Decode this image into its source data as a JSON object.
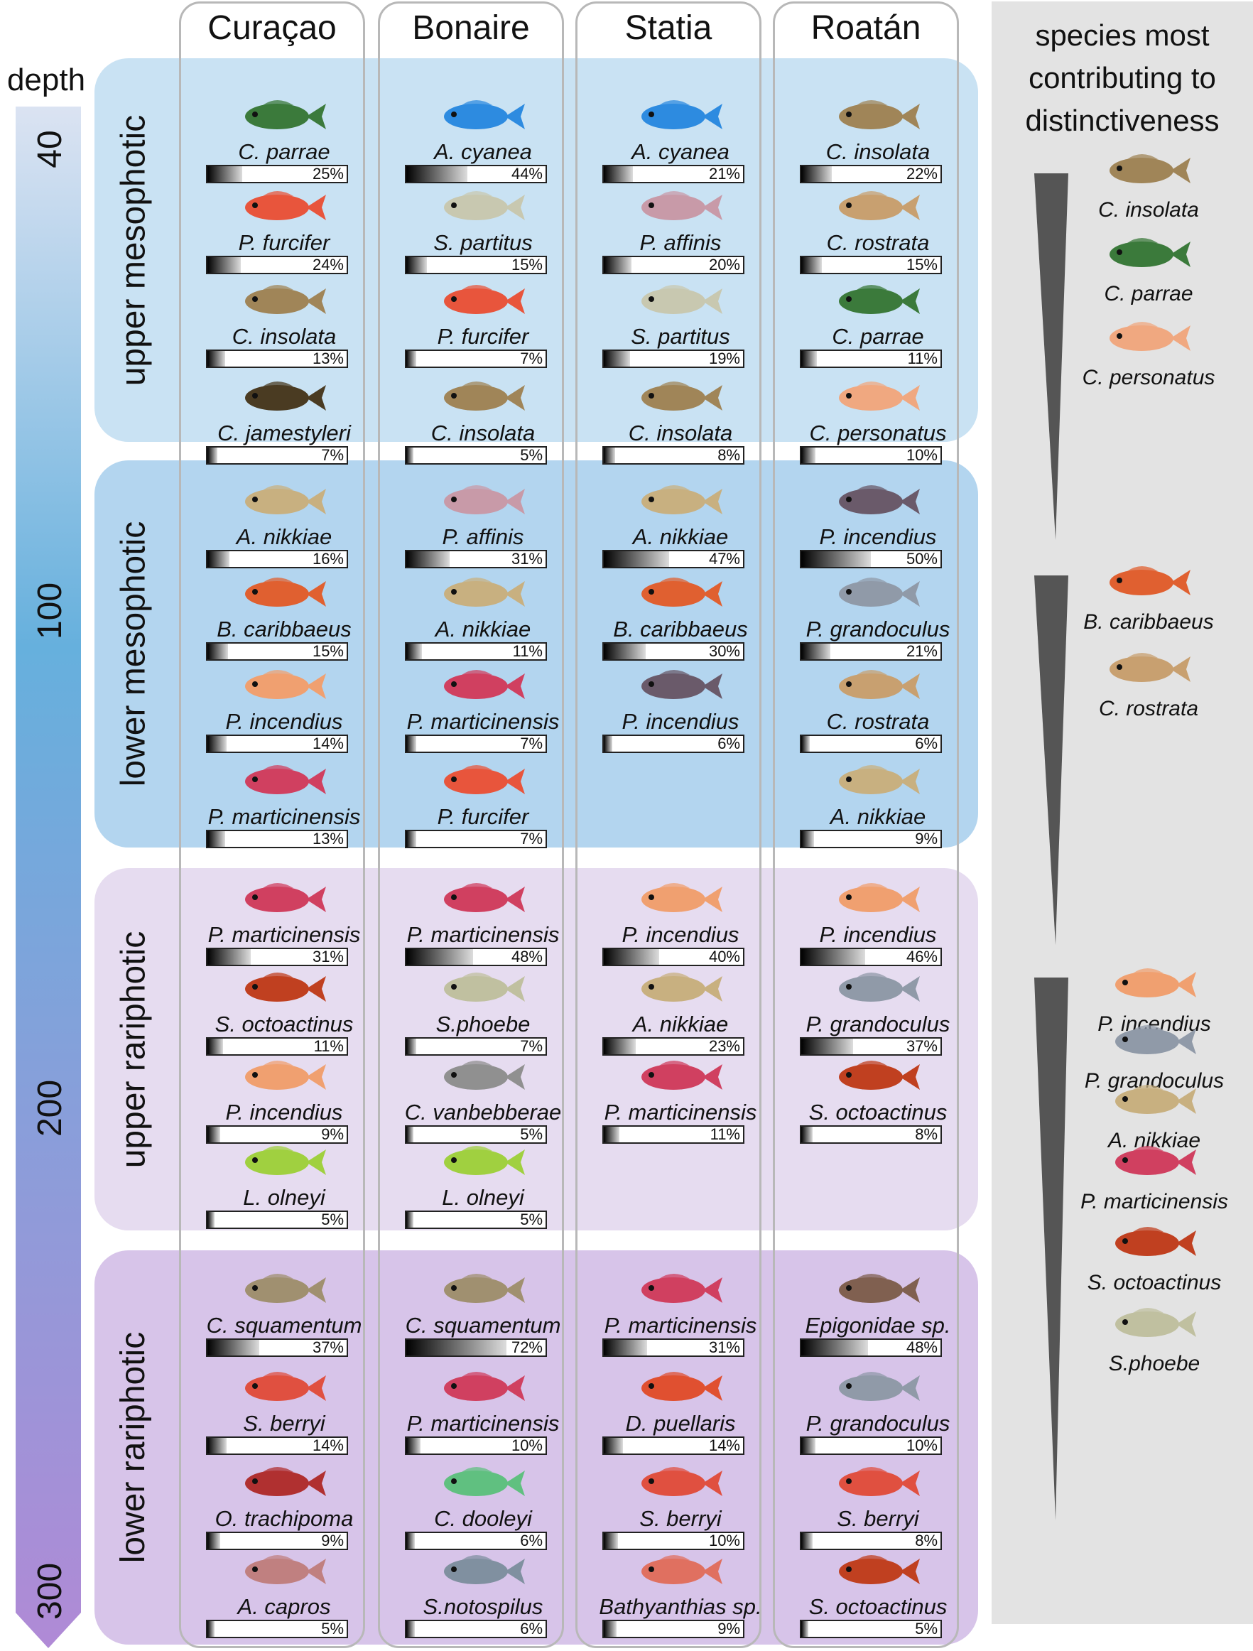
{
  "depth": {
    "label": "depth",
    "ticks": [
      "40",
      "100",
      "200",
      "300"
    ],
    "colors": {
      "top": "#dbe3f2",
      "mid": "#66b0dd",
      "bottom": "#b08ad6"
    }
  },
  "sites": [
    "Curaçao",
    "Bonaire",
    "Statia",
    "Roatán"
  ],
  "zones": [
    {
      "label": "upper mesophotic",
      "color": "#c9e2f3"
    },
    {
      "label": "lower mesophotic",
      "color": "#b3d5ef"
    },
    {
      "label": "upper rariphotic",
      "color": "#e6dcf0"
    },
    {
      "label": "lower rariphotic",
      "color": "#d7c4e9"
    }
  ],
  "grid": [
    [
      [
        {
          "name": "C. parrae",
          "pct": "25%",
          "value": 25,
          "color": "#3b7a3b"
        },
        {
          "name": "P. furcifer",
          "pct": "24%",
          "value": 24,
          "color": "#e8553c"
        },
        {
          "name": "C. insolata",
          "pct": "13%",
          "value": 13,
          "color": "#a08558"
        },
        {
          "name": "C. jamestyleri",
          "pct": "7%",
          "value": 7,
          "color": "#4a3b22"
        }
      ],
      [
        {
          "name": "A. cyanea",
          "pct": "44%",
          "value": 44,
          "color": "#2d8be0"
        },
        {
          "name": "S. partitus",
          "pct": "15%",
          "value": 15,
          "color": "#c8c8b0"
        },
        {
          "name": "P. furcifer",
          "pct": "7%",
          "value": 7,
          "color": "#e8553c"
        },
        {
          "name": "C. insolata",
          "pct": "5%",
          "value": 5,
          "color": "#a08558"
        }
      ],
      [
        {
          "name": "A. cyanea",
          "pct": "21%",
          "value": 21,
          "color": "#2d8be0"
        },
        {
          "name": "P. affinis",
          "pct": "20%",
          "value": 20,
          "color": "#c89aa8"
        },
        {
          "name": "S. partitus",
          "pct": "19%",
          "value": 19,
          "color": "#c8c8b0"
        },
        {
          "name": "C. insolata",
          "pct": "8%",
          "value": 8,
          "color": "#a08558"
        }
      ],
      [
        {
          "name": "C. insolata",
          "pct": "22%",
          "value": 22,
          "color": "#a08558"
        },
        {
          "name": "C. rostrata",
          "pct": "15%",
          "value": 15,
          "color": "#c8a070"
        },
        {
          "name": "C. parrae",
          "pct": "11%",
          "value": 11,
          "color": "#3b7a3b"
        },
        {
          "name": "C. personatus",
          "pct": "10%",
          "value": 10,
          "color": "#f0a880"
        }
      ]
    ],
    [
      [
        {
          "name": "A. nikkiae",
          "pct": "16%",
          "value": 16,
          "color": "#c8b080"
        },
        {
          "name": "B. caribbaeus",
          "pct": "15%",
          "value": 15,
          "color": "#e06030"
        },
        {
          "name": "P. incendius",
          "pct": "14%",
          "value": 14,
          "color": "#f0a070"
        },
        {
          "name": "P. marticinensis",
          "pct": "13%",
          "value": 13,
          "color": "#d04060"
        }
      ],
      [
        {
          "name": "P. affinis",
          "pct": "31%",
          "value": 31,
          "color": "#c89aa8"
        },
        {
          "name": "A. nikkiae",
          "pct": "11%",
          "value": 11,
          "color": "#c8b080"
        },
        {
          "name": "P. marticinensis",
          "pct": "7%",
          "value": 7,
          "color": "#d04060"
        },
        {
          "name": "P. furcifer",
          "pct": "7%",
          "value": 7,
          "color": "#e8553c"
        }
      ],
      [
        {
          "name": "A. nikkiae",
          "pct": "47%",
          "value": 47,
          "color": "#c8b080"
        },
        {
          "name": "B. caribbaeus",
          "pct": "30%",
          "value": 30,
          "color": "#e06030"
        },
        {
          "name": "P. incendius",
          "pct": "6%",
          "value": 6,
          "color": "#6a5a6a"
        }
      ],
      [
        {
          "name": "P. incendius",
          "pct": "50%",
          "value": 50,
          "color": "#6a5a6a"
        },
        {
          "name": "P. grandoculus",
          "pct": "21%",
          "value": 21,
          "color": "#909aa8"
        },
        {
          "name": "C. rostrata",
          "pct": "6%",
          "value": 6,
          "color": "#c8a070"
        },
        {
          "name": "A. nikkiae",
          "pct": "9%",
          "value": 9,
          "color": "#c8b080"
        }
      ]
    ],
    [
      [
        {
          "name": "P. marticinensis",
          "pct": "31%",
          "value": 31,
          "color": "#d04060"
        },
        {
          "name": "S. octoactinus",
          "pct": "11%",
          "value": 11,
          "color": "#c04020"
        },
        {
          "name": "P. incendius",
          "pct": "9%",
          "value": 9,
          "color": "#f0a070"
        },
        {
          "name": "L. olneyi",
          "pct": "5%",
          "value": 5,
          "color": "#a0d040"
        }
      ],
      [
        {
          "name": "P. marticinensis",
          "pct": "48%",
          "value": 48,
          "color": "#d04060"
        },
        {
          "name": "S.phoebe",
          "pct": "7%",
          "value": 7,
          "color": "#c0c0a0"
        },
        {
          "name": "C. vanbebberae",
          "pct": "5%",
          "value": 5,
          "color": "#909090"
        },
        {
          "name": "L. olneyi",
          "pct": "5%",
          "value": 5,
          "color": "#a0d040"
        }
      ],
      [
        {
          "name": "P. incendius",
          "pct": "40%",
          "value": 40,
          "color": "#f0a070"
        },
        {
          "name": "A. nikkiae",
          "pct": "23%",
          "value": 23,
          "color": "#c8b080"
        },
        {
          "name": "P. marticinensis",
          "pct": "11%",
          "value": 11,
          "color": "#d04060"
        }
      ],
      [
        {
          "name": "P. incendius",
          "pct": "46%",
          "value": 46,
          "color": "#f0a070"
        },
        {
          "name": "P. grandoculus",
          "pct": "37%",
          "value": 37,
          "color": "#909aa8"
        },
        {
          "name": "S. octoactinus",
          "pct": "8%",
          "value": 8,
          "color": "#c04020"
        }
      ]
    ],
    [
      [
        {
          "name": "C. squamentum",
          "pct": "37%",
          "value": 37,
          "color": "#a09070"
        },
        {
          "name": "S. berryi",
          "pct": "14%",
          "value": 14,
          "color": "#e05040"
        },
        {
          "name": "O. trachipoma",
          "pct": "9%",
          "value": 9,
          "color": "#b03030"
        },
        {
          "name": "A. capros",
          "pct": "5%",
          "value": 5,
          "color": "#c08080"
        }
      ],
      [
        {
          "name": "C. squamentum",
          "pct": "72%",
          "value": 72,
          "color": "#a09070"
        },
        {
          "name": "P. marticinensis",
          "pct": "10%",
          "value": 10,
          "color": "#d04060"
        },
        {
          "name": "C. dooleyi",
          "pct": "6%",
          "value": 6,
          "color": "#60c080"
        },
        {
          "name": "S.notospilus",
          "pct": "6%",
          "value": 6,
          "color": "#8090a0"
        }
      ],
      [
        {
          "name": "P. marticinensis",
          "pct": "31%",
          "value": 31,
          "color": "#d04060"
        },
        {
          "name": "D. puellaris",
          "pct": "14%",
          "value": 14,
          "color": "#e05030"
        },
        {
          "name": "S. berryi",
          "pct": "10%",
          "value": 10,
          "color": "#e05040"
        },
        {
          "name": "Bathyanthias sp.",
          "pct": "9%",
          "value": 9,
          "color": "#e07060"
        }
      ],
      [
        {
          "name": "Epigonidae sp.",
          "pct": "48%",
          "value": 48,
          "color": "#806050"
        },
        {
          "name": "P. grandoculus",
          "pct": "10%",
          "value": 10,
          "color": "#909aa8"
        },
        {
          "name": "S. berryi",
          "pct": "8%",
          "value": 8,
          "color": "#e05040"
        },
        {
          "name": "S. octoactinus",
          "pct": "5%",
          "value": 5,
          "color": "#c04020"
        }
      ]
    ]
  ],
  "side": {
    "title": [
      "species most",
      "contributing to",
      "distinctiveness"
    ],
    "groups": [
      [
        {
          "name": "C. insolata",
          "color": "#a08558"
        },
        {
          "name": "C. parrae",
          "color": "#3b7a3b"
        },
        {
          "name": "C. personatus",
          "color": "#f0a880"
        }
      ],
      [
        {
          "name": "B. caribbaeus",
          "color": "#e06030"
        },
        {
          "name": "C. rostrata",
          "color": "#c8a070"
        }
      ],
      [
        {
          "name": "P. incendius",
          "color": "#f0a070"
        },
        {
          "name": "P. grandoculus",
          "color": "#909aa8"
        },
        {
          "name": "A. nikkiae",
          "color": "#c8b080"
        },
        {
          "name": "P. marticinensis",
          "color": "#d04060"
        },
        {
          "name": "S. octoactinus",
          "color": "#c04020"
        },
        {
          "name": "S.phoebe",
          "color": "#c0c0a0"
        }
      ]
    ]
  }
}
